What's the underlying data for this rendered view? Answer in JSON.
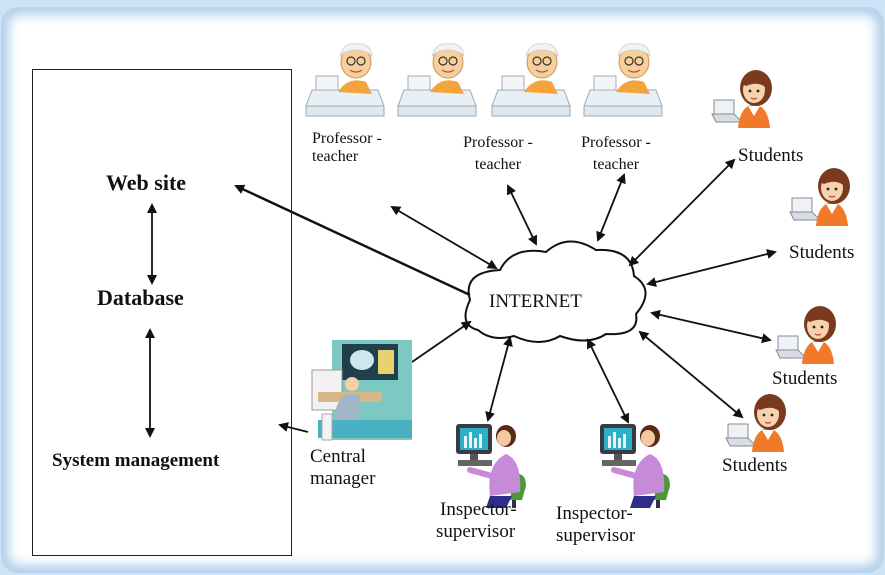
{
  "system": {
    "website": "Web site",
    "database": "Database",
    "management": "System management"
  },
  "internet": "INTERNET",
  "professors": [
    {
      "line1": "Professor -",
      "line2": "teacher"
    },
    {
      "line1": "Professor -",
      "line2": "teacher"
    },
    {
      "line1": "Professor -",
      "line2": "teacher"
    }
  ],
  "students": [
    "Students",
    "Students",
    "Students",
    "Students"
  ],
  "central_manager": {
    "line1": "Central",
    "line2": "manager"
  },
  "inspectors": [
    {
      "line1": "Inspector-",
      "line2": "supervisor"
    },
    {
      "line1": "Inspector-",
      "line2": "supervisor"
    }
  ],
  "colors": {
    "frame_border": "#b9d4ee",
    "shirt_orange": "#f07a2a",
    "hair_brown": "#7a3a1e",
    "inspector_purple": "#c78ad8",
    "monitor_teal": "#2bb0c6"
  }
}
